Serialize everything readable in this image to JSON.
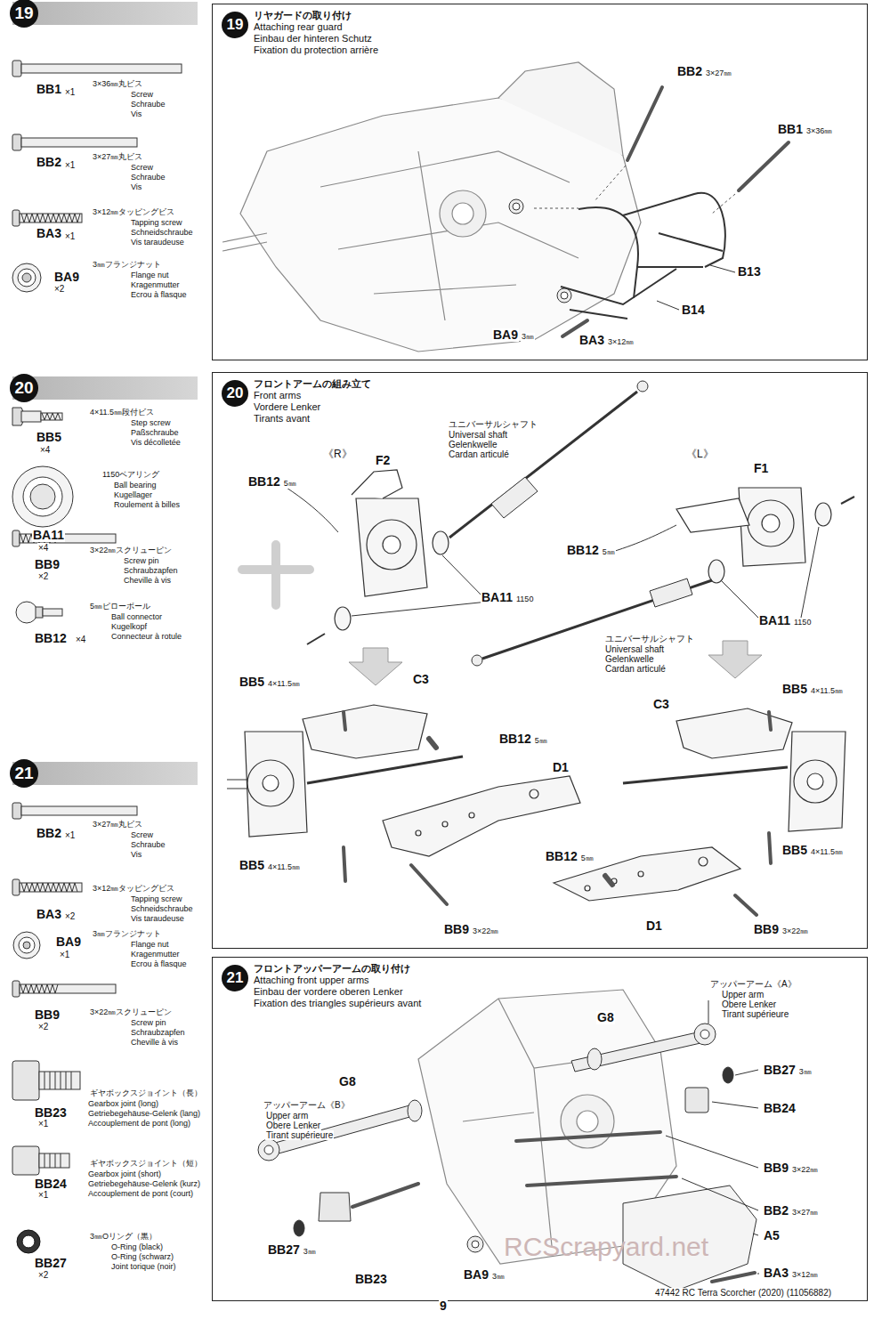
{
  "diagram": {
    "nodes": [
      {
        "text": [
          "19"
        ]
      },
      {
        "text": [
          "19",
          "リヤガードの取り付け",
          "Attaching rear guard",
          "Einbau der hinteren Schutz",
          "Fixation du protection arrière"
        ]
      },
      {
        "text": [
          "20"
        ]
      },
      {
        "text": [
          "20",
          "フロントアームの組み立て",
          "Front arms",
          "Vordere Lenker",
          "Tirants avant"
        ]
      },
      {
        "text": [
          "21"
        ]
      },
      {
        "text": [
          "21",
          "フロントアッパーアームの取り付け",
          "Attaching front upper arms",
          "Einbau der vordere oberen Lenker",
          "Fixation des triangles supérieurs avant"
        ]
      }
    ],
    "labels": [
      "BB1",
      "×1",
      "3×36㎜丸ビス",
      "Screw",
      "Schraube",
      "Vis",
      "BB2",
      "×1",
      "3×27㎜丸ビス",
      "Screw",
      "Schraube",
      "Vis",
      "BA3",
      "×1",
      "3×12㎜タッピングビス",
      "Tapping screw",
      "Schneidschraube",
      "Vis taraudeuse",
      "BA9",
      "×2",
      "3㎜フランジナット",
      "Flange nut",
      "Kragenmutter",
      "Ecrou à flasque",
      "BB2",
      "3×27㎜",
      "BB1",
      "3×36㎜",
      "B13",
      "B14",
      "BA9",
      "3㎜",
      "BA3",
      "3×12㎜",
      "BB5",
      "×4",
      "4×11.5㎜段付ビス",
      "Step screw",
      "Paßschraube",
      "Vis décolletée",
      "BA11",
      "×4",
      "1150ベアリング",
      "Ball bearing",
      "Kugellager",
      "Roulement à billes",
      "BB9",
      "×2",
      "3×22㎜スクリューピン",
      "Screw pin",
      "Schraubzapfen",
      "Cheville à vis",
      "BB12",
      "×4",
      "5㎜ピローボール",
      "Ball connector",
      "Kugelkopf",
      "Connecteur à rotule",
      "《R》",
      "《L》",
      "BB12",
      "5㎜",
      "F2",
      "ユニバーサルシャフト",
      "Universal shaft",
      "Gelenkwelle",
      "Cardan articulé",
      "BA11",
      "1150",
      "F1",
      "BB12",
      "5㎜",
      "BA11",
      "1150",
      "ユニバーサルシャフト",
      "Universal shaft",
      "Gelenkwelle",
      "Cardan articulé",
      "BB5",
      "4×11.5㎜",
      "C3",
      "BB12",
      "5㎜",
      "D1",
      "BB5",
      "4×11.5㎜",
      "BB9",
      "3×22㎜",
      "BB5",
      "4×11.5㎜",
      "C3",
      "BB12",
      "5㎜",
      "BB5",
      "4×11.5㎜",
      "D1",
      "BB9",
      "3×22㎜",
      "BB2",
      "×1",
      "3×27㎜丸ビス",
      "Screw",
      "Schraube",
      "Vis",
      "BA3",
      "×2",
      "3×12㎜タッピングビス",
      "Tapping screw",
      "Schneidschraube",
      "Vis taraudeuse",
      "BA9",
      "×1",
      "3㎜フランジナット",
      "Flange nut",
      "Kragenmutter",
      "Ecrou à flasque",
      "BB9",
      "×2",
      "3×22㎜スクリューピン",
      "Screw pin",
      "Schraubzapfen",
      "Cheville à vis",
      "BB23",
      "×1",
      "ギヤボックスジョイント（長）",
      "Gearbox joint (long)",
      "Getriebegehäuse-Gelenk (lang)",
      "Accouplement de pont (long)",
      "BB24",
      "×1",
      "ギヤボックスジョイント（短）",
      "Gearbox joint (short)",
      "Getriebegehäuse-Gelenk (kurz)",
      "Accouplement de pont (court)",
      "BB27",
      "×2",
      "3㎜Oリング（黒）",
      "O-Ring (black)",
      "O-Ring (schwarz)",
      "Joint torique (noir)",
      "アッパーアーム《A》",
      "Upper arm",
      "Obere Lenker",
      "Tirant supérieure",
      "G8",
      "G8",
      "アッパーアーム《B》",
      "Upper arm",
      "Obere Lenker",
      "Tirant supérieure",
      "BB27",
      "3㎜",
      "BB24",
      "BB9",
      "3×22㎜",
      "BB2",
      "3×27㎜",
      "A5",
      "BA3",
      "3×12㎜",
      "BA9",
      "3㎜",
      "BB23",
      "BB27",
      "3㎜",
      "9",
      "47442 RC Terra Scorcher (2020) (11056882)",
      "RCScrapyard.net"
    ]
  }
}
